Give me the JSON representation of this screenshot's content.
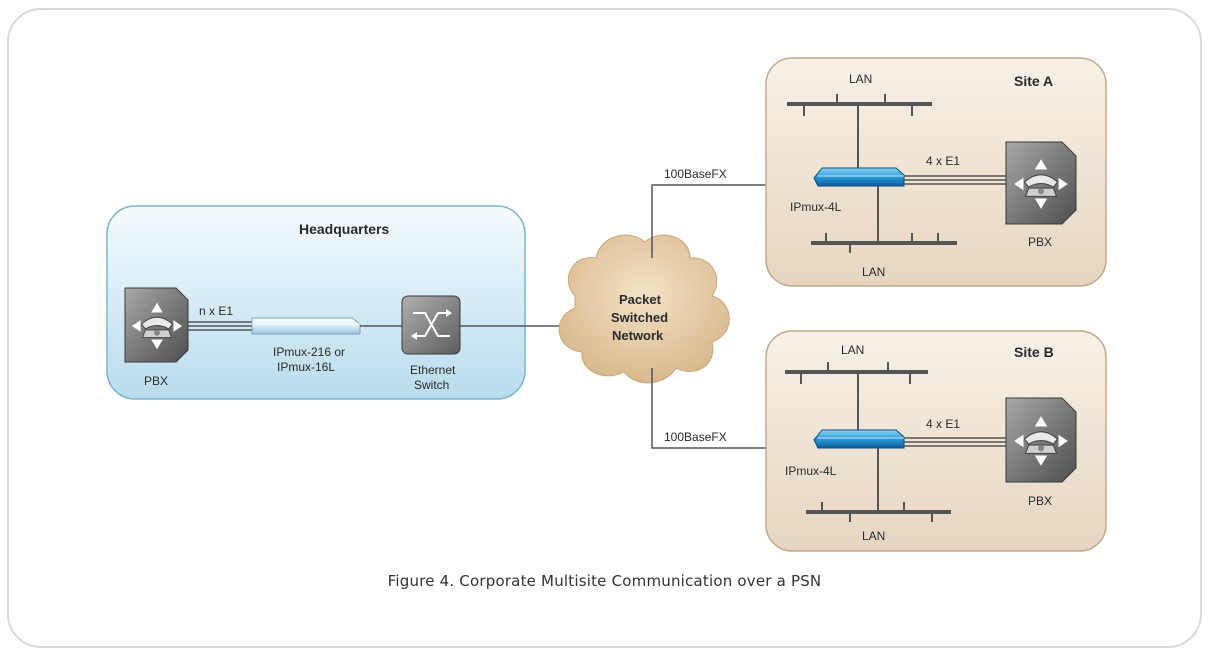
{
  "diagram": {
    "headquarters": {
      "title": "Headquarters",
      "pbx_label": "PBX",
      "link_label": "n x E1",
      "ipmux_label_line1": "IPmux-216 or",
      "ipmux_label_line2": "IPmux-16L",
      "switch_label_line1": "Ethernet",
      "switch_label_line2": "Switch"
    },
    "network": {
      "label_line1": "Packet",
      "label_line2": "Switched",
      "label_line3": "Network"
    },
    "site_a": {
      "title": "Site A",
      "lan_top": "LAN",
      "lan_bottom": "LAN",
      "uplink_label": "100BaseFX",
      "link_label": "4 x E1",
      "ipmux_label": "IPmux-4L",
      "pbx_label": "PBX"
    },
    "site_b": {
      "title": "Site B",
      "lan_top": "LAN",
      "lan_bottom": "LAN",
      "uplink_label": "100BaseFX",
      "link_label": "4 x E1",
      "ipmux_label": "IPmux-4L",
      "pbx_label": "PBX"
    },
    "caption": "Figure 4.  Corporate Multisite Communication over a PSN"
  }
}
